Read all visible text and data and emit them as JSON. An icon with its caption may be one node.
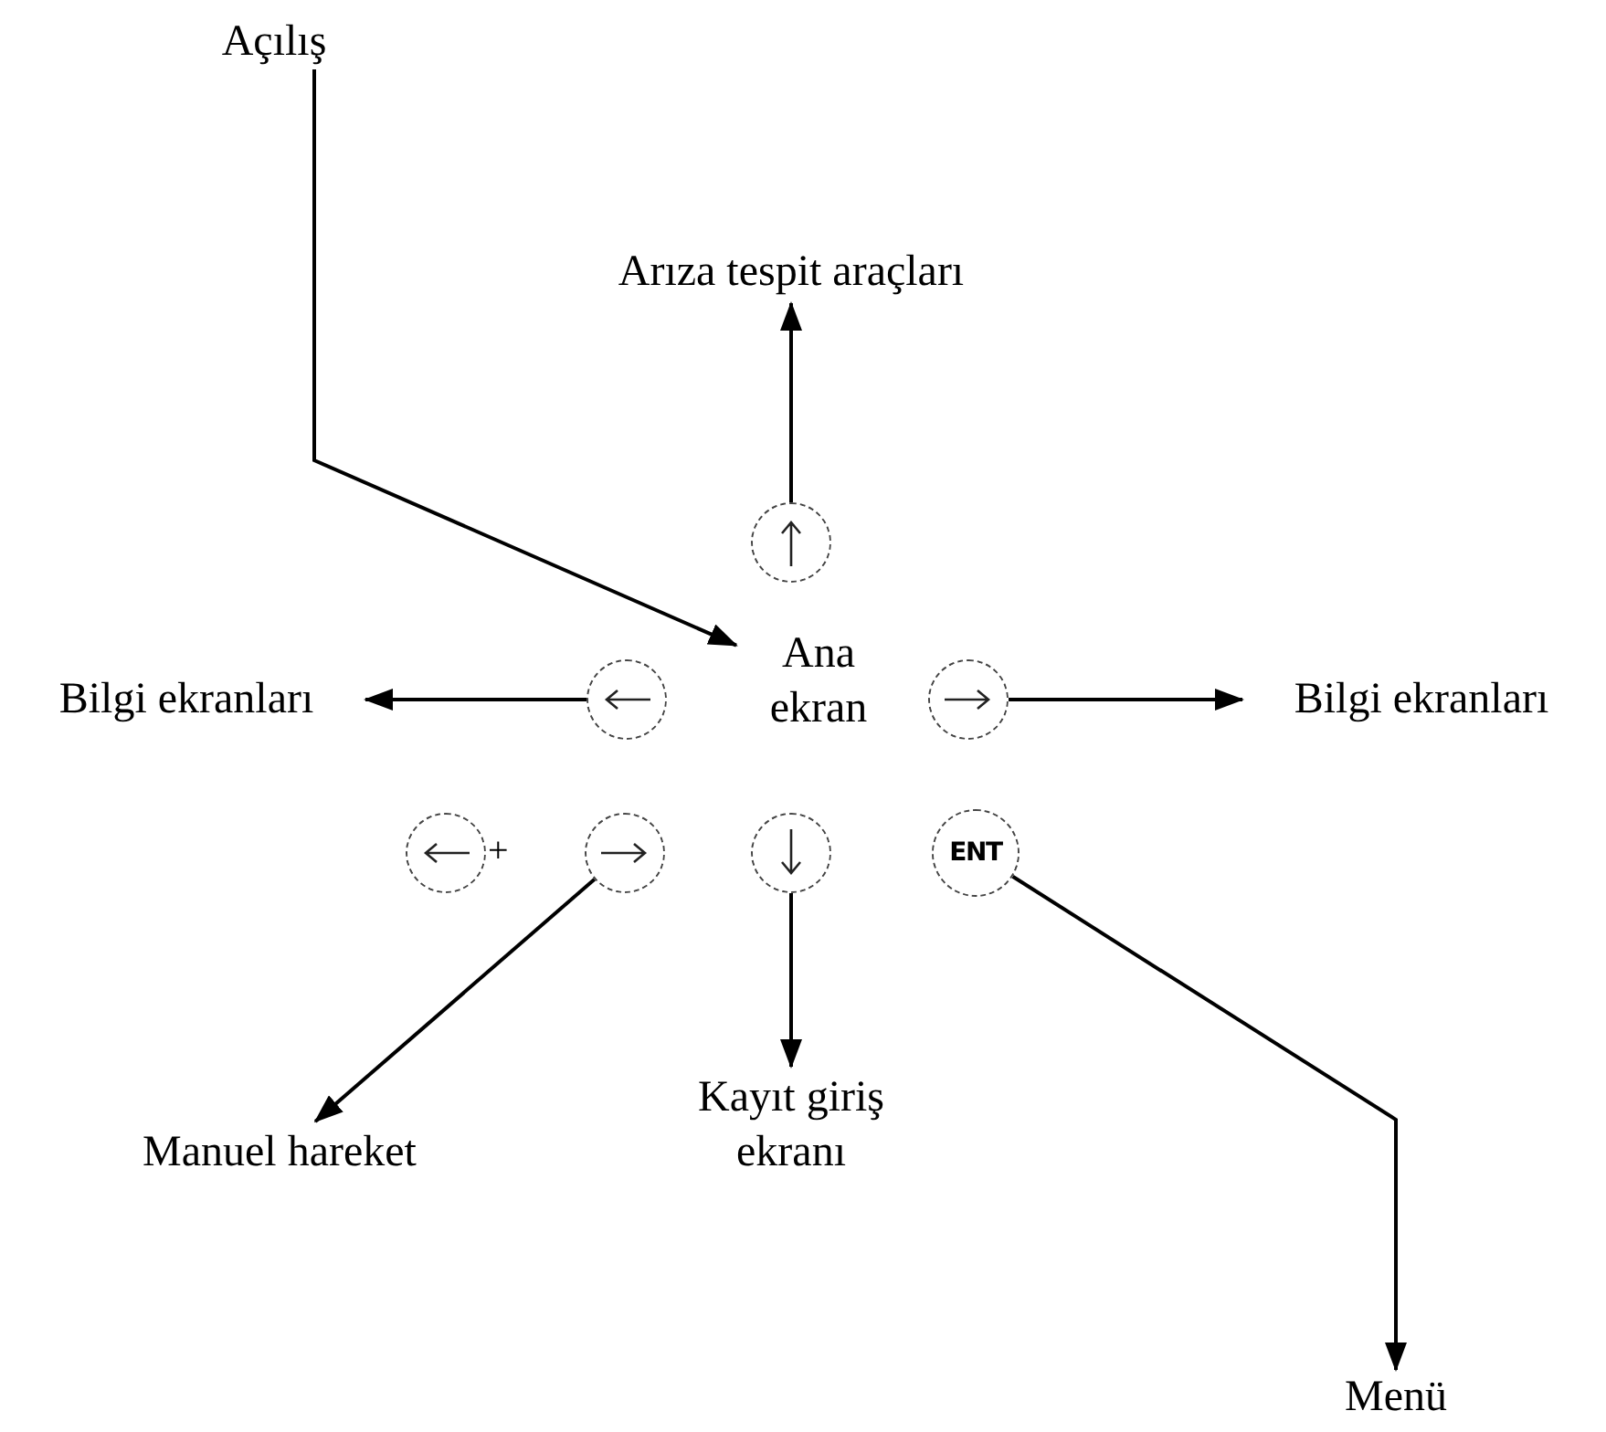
{
  "diagram": {
    "nodes": [
      {
        "text": [
          "Açılış"
        ]
      },
      {
        "text": [
          "Arıza tespit araçları"
        ]
      },
      {
        "text": [],
        "shape": "circle"
      },
      {
        "text": [
          "Ana ekran"
        ]
      },
      {
        "text": [
          "Bilgi ekranları"
        ]
      },
      {
        "text": [],
        "shape": "circle"
      },
      {
        "text": [],
        "shape": "circle"
      },
      {
        "text": [
          "Bilgi ekranları"
        ]
      },
      {
        "text": [],
        "shape": "circle",
        "beside": [
          "+"
        ]
      },
      {
        "text": [],
        "shape": "circle"
      },
      {
        "text": [],
        "shape": "circle"
      },
      {
        "text": [
          "ENT"
        ]
      },
      {
        "text": [
          "Manuel hareket"
        ]
      },
      {
        "text": [
          "Kayıt giriş ekranı"
        ]
      },
      {
        "text": [
          "Menü"
        ]
      }
    ],
    "edges": [
      {
        "from": 0,
        "to": 3,
        "arrow": "to"
      },
      {
        "from": 2,
        "to": 1,
        "arrow": "to"
      },
      {
        "from": 5,
        "to": 4,
        "arrow": "to"
      },
      {
        "from": 6,
        "to": 7,
        "arrow": "to"
      },
      {
        "from": 9,
        "to": 12,
        "arrow": "to"
      },
      {
        "from": 10,
        "to": 13,
        "arrow": "to"
      },
      {
        "from": 11,
        "to": 14,
        "arrow": "to"
      }
    ]
  }
}
